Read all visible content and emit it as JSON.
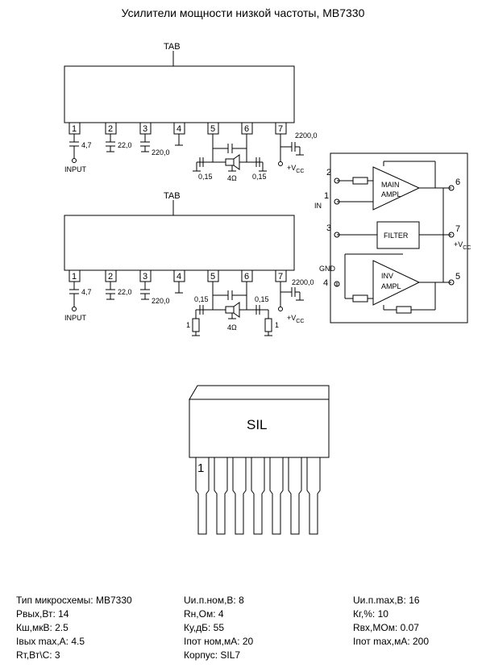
{
  "title": "Усилители мощности низкой частоты, МВ7330",
  "circuit": {
    "tab_label": "TAB",
    "pins": [
      "1",
      "2",
      "3",
      "4",
      "5",
      "6",
      "7"
    ],
    "cap_input": "4,7",
    "cap_pin2": "22,0",
    "cap_pin3": "220,0",
    "cap_pin7": "2200,0",
    "cap_out": "0,15",
    "load": "4Ω",
    "input_label": "INPUT",
    "vcc_label": "+V",
    "vcc_sub": "CC",
    "resistor": "1"
  },
  "block_diagram": {
    "in_label": "IN",
    "gnd_label": "GND",
    "vcc_label": "+V",
    "vcc_sub": "CC",
    "main_ampl": [
      "MAIN",
      "AMPL"
    ],
    "inv_ampl": [
      "INV",
      "AMPL"
    ],
    "filter": "FILTER",
    "pins": [
      "2",
      "1",
      "3",
      "4",
      "6",
      "7",
      "5"
    ]
  },
  "package": {
    "label": "SIL",
    "pin1": "1"
  },
  "specs": {
    "col1": [
      "Тип микросхемы: MB7330",
      "Pвых,Вт: 14",
      "Кш,мкВ: 2.5",
      "Iвых max,А: 4.5",
      "Rт,Вт\\С: 3"
    ],
    "col2": [
      "Uи.п.ном,В: 8",
      "Rн,Ом: 4",
      "Ку,дБ: 55",
      "Iпот ном,мА: 20",
      "Корпус: SIL7"
    ],
    "col3": [
      "Uи.п.max,В: 16",
      "Кг,%: 10",
      "Rвх,МОм: 0.07",
      "Iпот max,мА: 200"
    ]
  }
}
